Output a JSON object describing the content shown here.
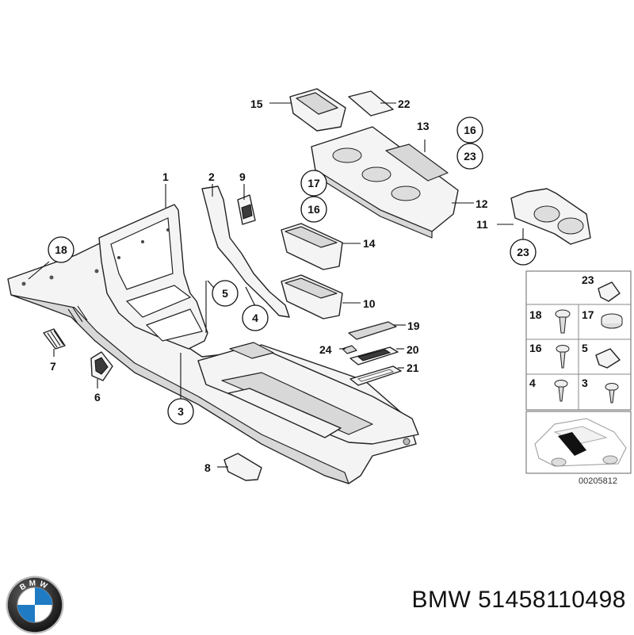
{
  "diagram": {
    "callouts": {
      "n1": "1",
      "n2": "2",
      "n3": "3",
      "n4": "4",
      "n5": "5",
      "n6": "6",
      "n7": "7",
      "n8": "8",
      "n9": "9",
      "n10": "10",
      "n11": "11",
      "n12": "12",
      "n13": "13",
      "n14": "14",
      "n15": "15",
      "n16a": "16",
      "n16b": "16",
      "n17": "17",
      "n18": "18",
      "n19": "19",
      "n20": "20",
      "n21": "21",
      "n22": "22",
      "n23a": "23",
      "n23b": "23",
      "n24": "24"
    },
    "fastener_table": {
      "c23": "23",
      "c18": "18",
      "c17": "17",
      "c16": "16",
      "c5": "5",
      "c4": "4",
      "c3": "3"
    },
    "diagram_code": "00205812"
  },
  "brand": {
    "logo_text": "BMW",
    "caption": "BMW 51458110498"
  },
  "colors": {
    "line": "#111111",
    "part_fill": "#f4f4f4",
    "shade": "#d8d8d8"
  }
}
